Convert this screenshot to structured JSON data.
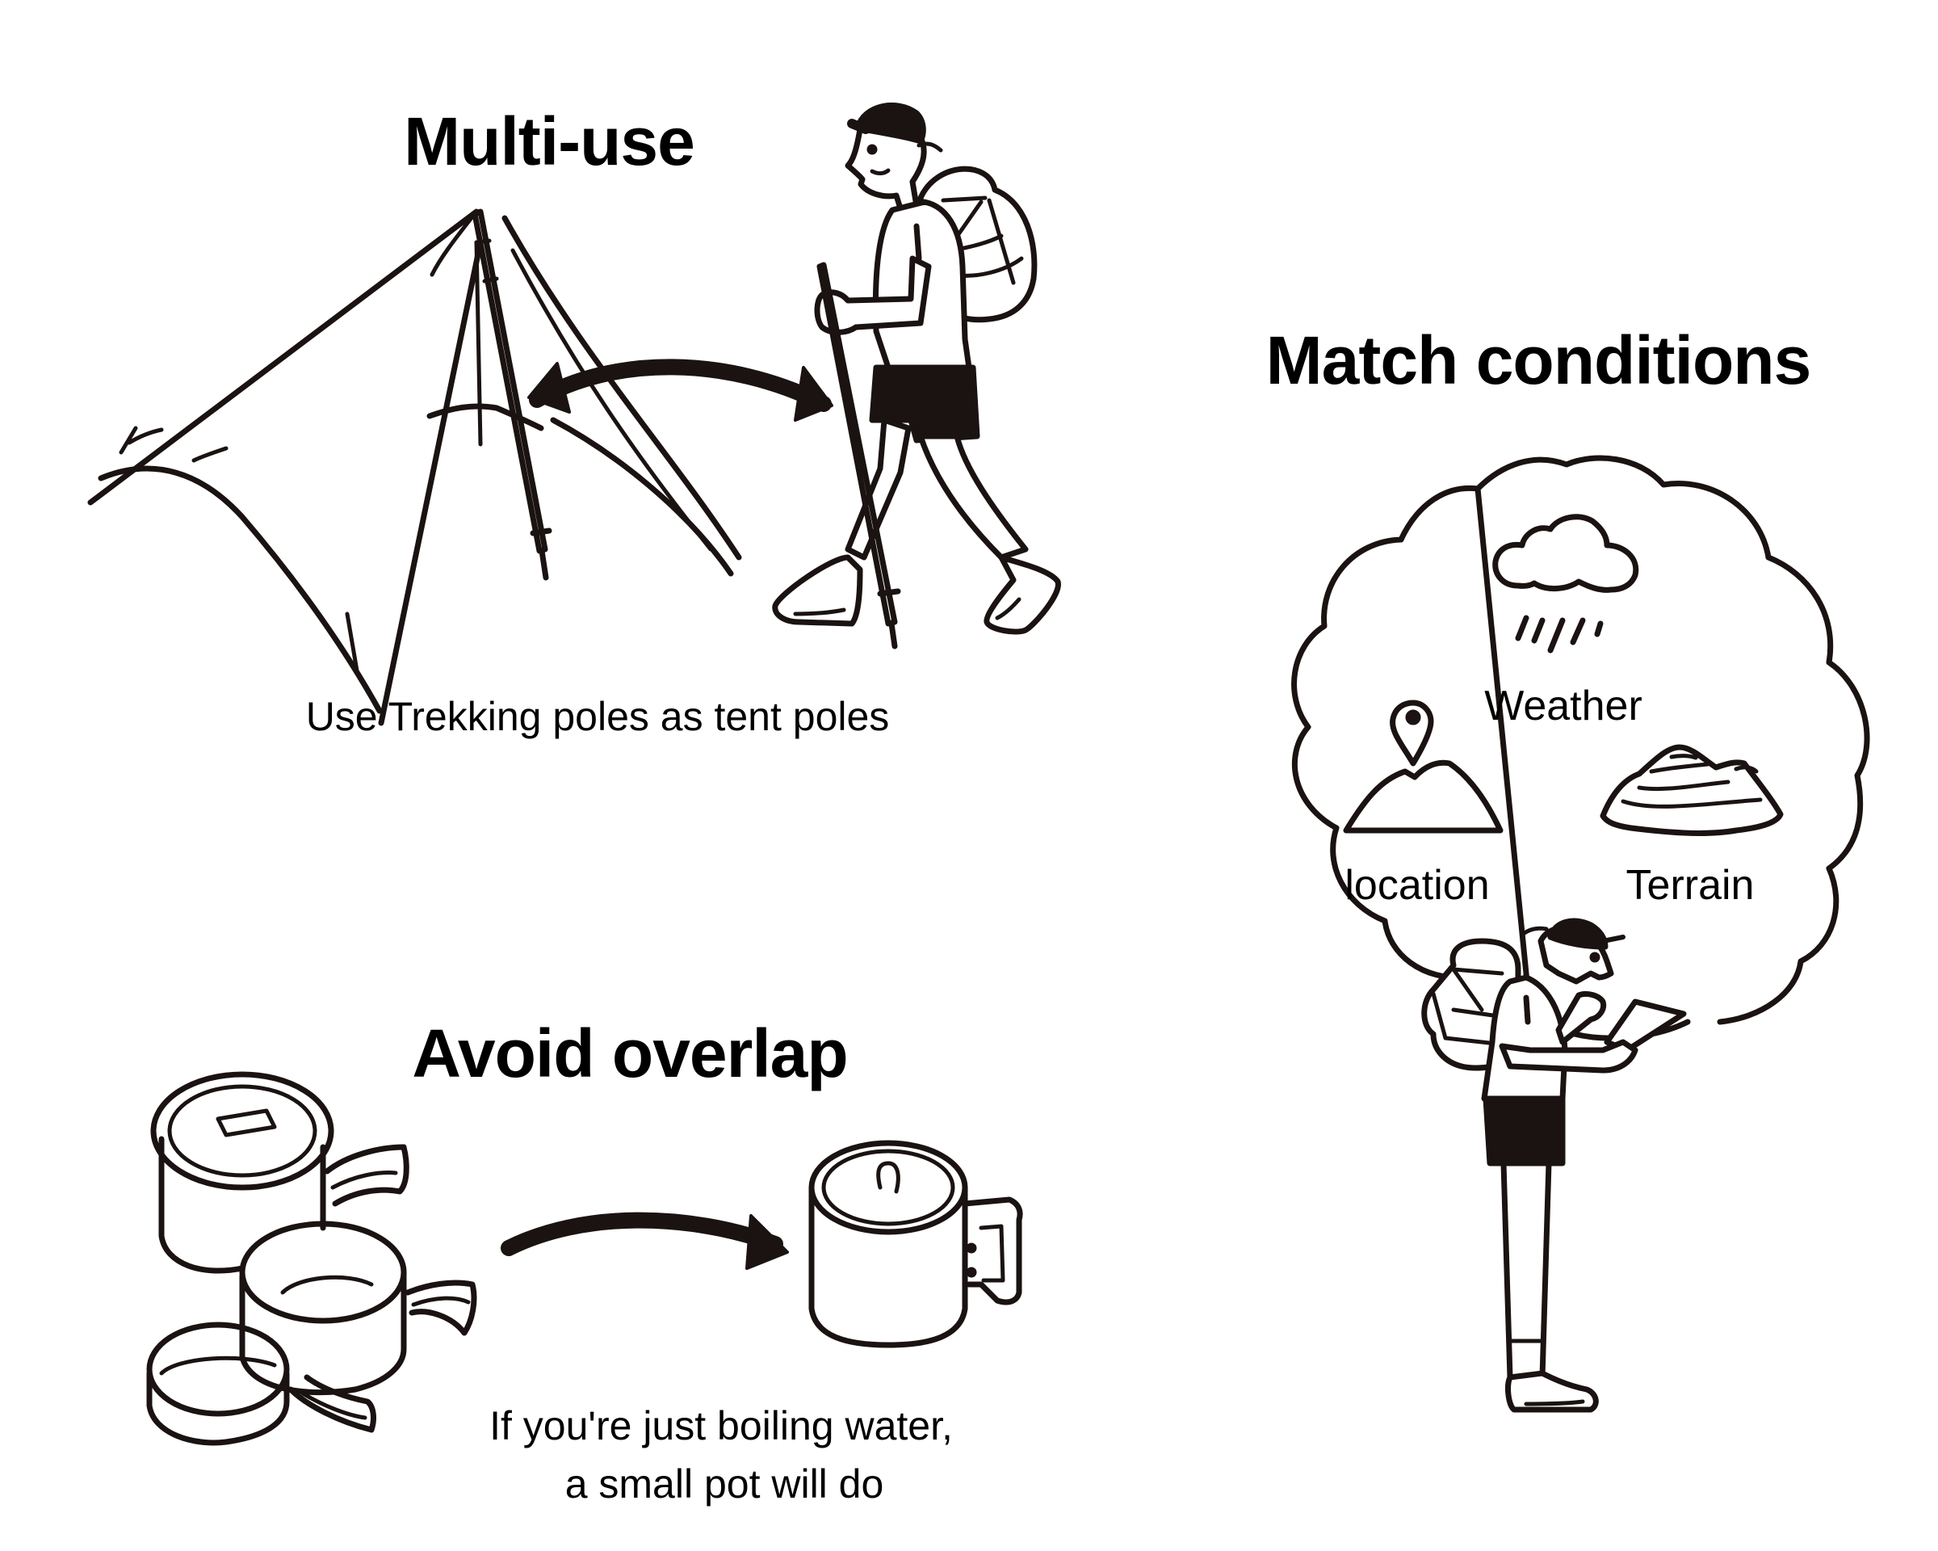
{
  "sections": {
    "multi_use": {
      "heading": "Multi-use",
      "caption": "Use Trekking poles as tent poles",
      "illustrations": [
        "tarp-tent-icon",
        "double-arrow-icon",
        "walking-hiker-icon"
      ]
    },
    "match_conditions": {
      "heading": "Match conditions",
      "thought_bubble": {
        "items": [
          {
            "label": "Weather",
            "icon": "rain-cloud-icon"
          },
          {
            "label": "location",
            "icon": "map-pin-mountain-icon"
          },
          {
            "label": "Terrain",
            "icon": "terrain-contour-icon"
          }
        ]
      },
      "illustrations": [
        "thought-bubble",
        "hiker-reading-map-icon"
      ]
    },
    "avoid_overlap": {
      "heading": "Avoid overlap",
      "caption_lines": [
        "If you're just boiling water,",
        "a small pot will do"
      ],
      "illustrations": [
        "pot-set-icon",
        "curved-arrow-icon",
        "small-mug-pot-icon"
      ]
    }
  },
  "colors": {
    "ink": "#1a1311",
    "background": "#ffffff"
  }
}
